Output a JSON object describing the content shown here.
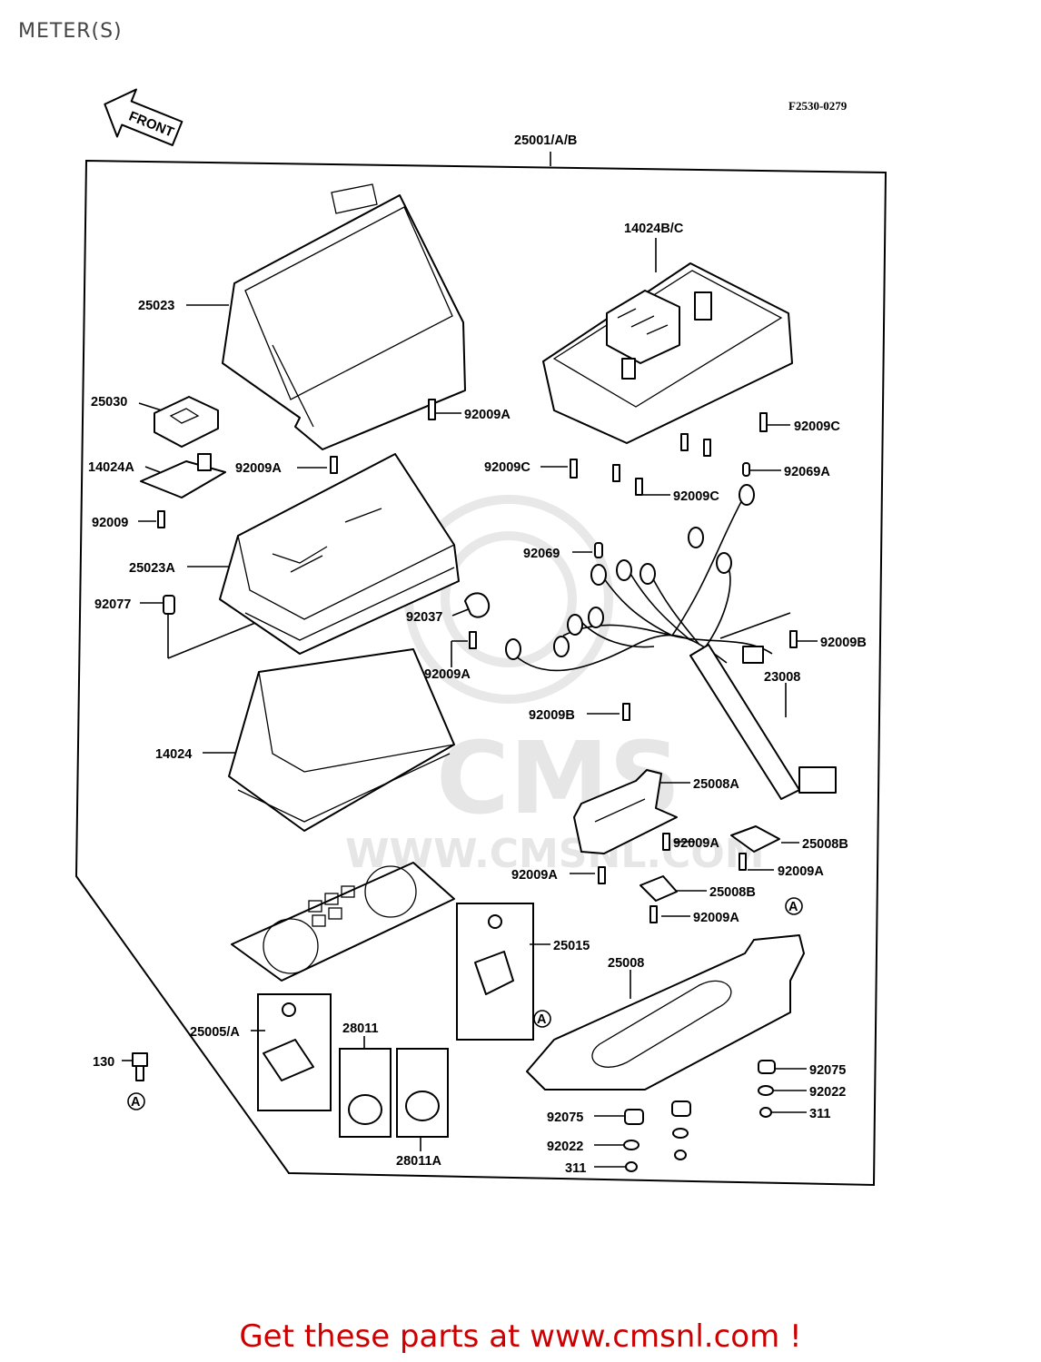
{
  "page_title": "METER(S)",
  "figure_code": "F2530-0279",
  "front_label": "FRONT",
  "footer_text": "Get these parts at www.cmsnl.com !",
  "watermark": {
    "brand": "CMS",
    "url": "WWW.CMSNL.COM"
  },
  "parts": [
    "25001/A/B",
    "14024B/C",
    "25023",
    "25030",
    "92009A",
    "14024A",
    "92009A",
    "92009C",
    "92009C",
    "92069A",
    "92009C",
    "92009",
    "25023A",
    "92069",
    "92077",
    "92037",
    "92009B",
    "92009A",
    "23008",
    "92009B",
    "14024",
    "25008A",
    "92009A",
    "25008B",
    "92009A",
    "92009A",
    "25008B",
    "92009A",
    "25015",
    "25008",
    "25005/A",
    "28011",
    "130",
    "92075",
    "92022",
    "311",
    "92075",
    "92022",
    "311",
    "28011A"
  ],
  "reference_markers": [
    "A",
    "A",
    "A"
  ]
}
